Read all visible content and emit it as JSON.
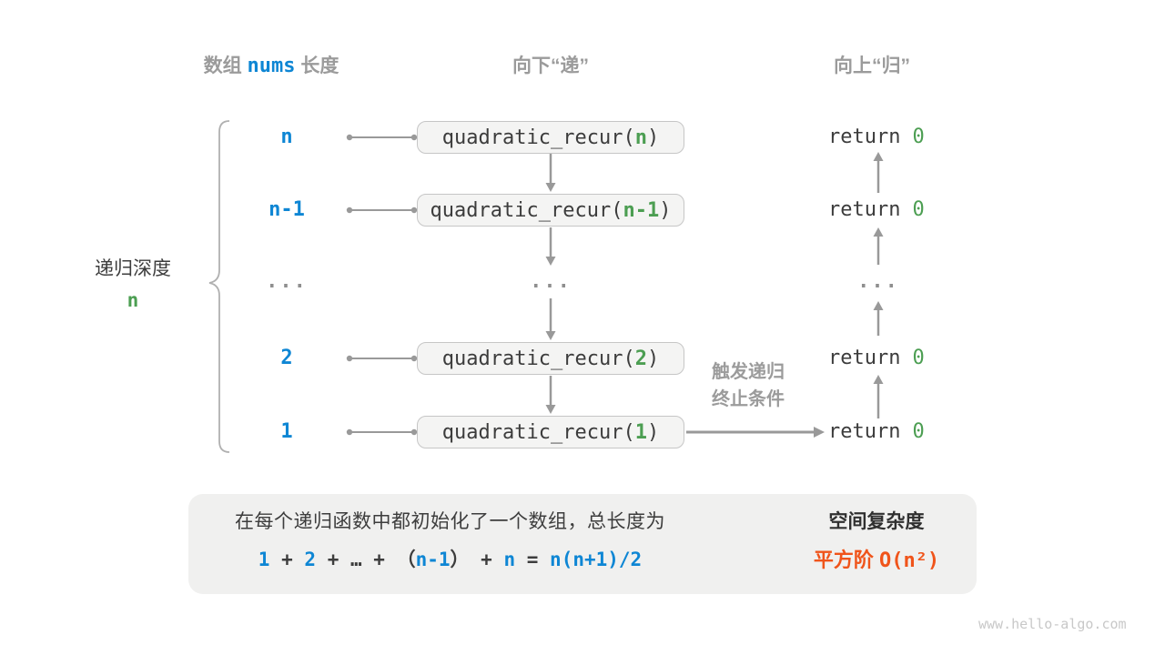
{
  "headers": {
    "array_prefix": "数组",
    "array_code": "nums",
    "array_suffix": "长度",
    "descend": "向下“递”",
    "ascend": "向上“归”"
  },
  "depth": {
    "label": "递归深度",
    "value": "n"
  },
  "call_stack": {
    "rows": [
      {
        "size": "n",
        "fn": "quadratic_recur(",
        "arg": "n",
        "close": ")",
        "ret_kw": "return",
        "ret_val": "0"
      },
      {
        "size": "n-1",
        "fn": "quadratic_recur(",
        "arg": "n-1",
        "close": ")",
        "ret_kw": "return",
        "ret_val": "0"
      },
      {
        "size": "...",
        "mid": "...",
        "ret": "..."
      },
      {
        "size": "2",
        "fn": "quadratic_recur(",
        "arg": "2",
        "close": ")",
        "ret_kw": "return",
        "ret_val": "0"
      },
      {
        "size": "1",
        "fn": "quadratic_recur(",
        "arg": "1",
        "close": ")",
        "ret_kw": "return",
        "ret_val": "0"
      }
    ]
  },
  "base_case_note": {
    "line1": "触发递归",
    "line2": "终止条件"
  },
  "summary": {
    "desc": "在每个递归函数中都初始化了一个数组，总长度为",
    "formula_tokens": [
      {
        "t": "1",
        "c": "blue"
      },
      {
        "t": " + ",
        "c": "dark"
      },
      {
        "t": "2",
        "c": "blue"
      },
      {
        "t": " + ",
        "c": "dark"
      },
      {
        "t": "…",
        "c": "dark"
      },
      {
        "t": " + ",
        "c": "dark"
      },
      {
        "t": "（",
        "c": "dark"
      },
      {
        "t": "n-1",
        "c": "blue"
      },
      {
        "t": "）",
        "c": "dark"
      },
      {
        "t": " + ",
        "c": "dark"
      },
      {
        "t": "n",
        "c": "blue"
      },
      {
        "t": " = ",
        "c": "dark"
      },
      {
        "t": "n(n+1)/2",
        "c": "blue"
      }
    ],
    "space_title": "空间复杂度",
    "space_order": "平方阶",
    "space_notation": "O(n²)"
  },
  "footer": {
    "site": "www.hello-algo.com"
  },
  "colors": {
    "blue": "#0e86d4",
    "green": "#4c9e52",
    "orange": "#f0541a",
    "gray_text": "#9b9b9b",
    "dark_text": "#3c3c3c",
    "box_background": "#f4f4f3",
    "panel_background": "#f0f0ef"
  }
}
